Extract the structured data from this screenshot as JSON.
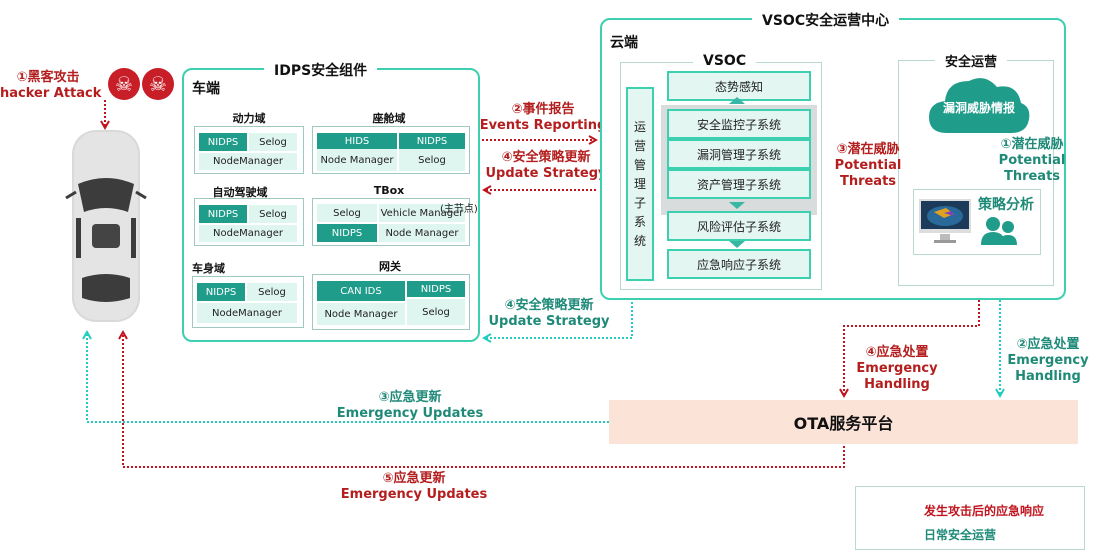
{
  "attack": {
    "num_label": "①黑客攻击",
    "en_label": "hacker Attack",
    "icons": [
      "skull-crossbones-icon",
      "skull-crossbones-icon"
    ]
  },
  "idps": {
    "title": "IDPS安全组件",
    "sub_title": "车端",
    "domains": [
      {
        "name": "动力域",
        "cells": [
          "NIDPS",
          "Selog",
          "NodeManager"
        ]
      },
      {
        "name": "座舱域",
        "cells": [
          "HIDS",
          "NIDPS",
          "Node Manager",
          "Selog"
        ]
      },
      {
        "name": "自动驾驶域",
        "cells": [
          "NIDPS",
          "Selog",
          "NodeManager"
        ]
      },
      {
        "name": "TBox",
        "cells": [
          "Selog",
          "Vehicle Manager",
          "NIDPS",
          "Node Manager"
        ],
        "note": "(主节点)"
      },
      {
        "name": "车身域",
        "cells": [
          "NIDPS",
          "Selog",
          "NodeManager"
        ]
      },
      {
        "name": "网关",
        "cells": [
          "CAN IDS",
          "NIDPS",
          "Node Manager",
          "Selog"
        ]
      }
    ]
  },
  "arrows": {
    "events_reporting": {
      "cn": "②事件报告",
      "en": "Events Reporting"
    },
    "update_strategy_red": {
      "cn": "④安全策略更新",
      "en": "Update Strategy"
    },
    "update_strategy_teal": {
      "cn": "④安全策略更新",
      "en": "Update Strategy"
    },
    "potential_threats_red": {
      "cn": "③潜在威胁",
      "en1": "Potential",
      "en2": "Threats"
    },
    "potential_threats_teal": {
      "cn": "①潜在威胁",
      "en1": "Potential",
      "en2": "Threats"
    },
    "emergency_handling_red": {
      "cn": "④应急处置",
      "en1": "Emergency",
      "en2": "Handling"
    },
    "emergency_handling_teal": {
      "cn": "②应急处置",
      "en1": "Emergency",
      "en2": "Handling"
    },
    "emergency_updates_teal": {
      "cn": "③应急更新",
      "en": "Emergency Updates"
    },
    "emergency_updates_red": {
      "cn": "⑤应急更新",
      "en": "Emergency Updates"
    }
  },
  "vsoc": {
    "title": "VSOC安全运营中心",
    "cloud_label": "云端",
    "inner_title": "VSOC",
    "situational": "态势感知",
    "subsystems": [
      "安全监控子系统",
      "漏洞管理子系统",
      "资产管理子系统"
    ],
    "risk": "风险评估子系统",
    "response": "应急响应子系统",
    "ops_mgmt_chars": [
      "运",
      "营",
      "管",
      "理",
      "子",
      "系",
      "统"
    ],
    "sec_ops": {
      "title": "安全运营",
      "cloud": "漏洞威胁情报",
      "strategy": "策略分析"
    }
  },
  "ota": {
    "label": "OTA服务平台"
  },
  "legend": {
    "items": [
      {
        "label": "发生攻击后的应急响应",
        "color": "#c0141e"
      },
      {
        "label": "日常安全运营",
        "color": "#22ccc0"
      }
    ]
  },
  "colors": {
    "red": "#c0141e",
    "teal": "#22ccc0",
    "accent": "#1f9c8a",
    "border": "#3cd0b0"
  }
}
